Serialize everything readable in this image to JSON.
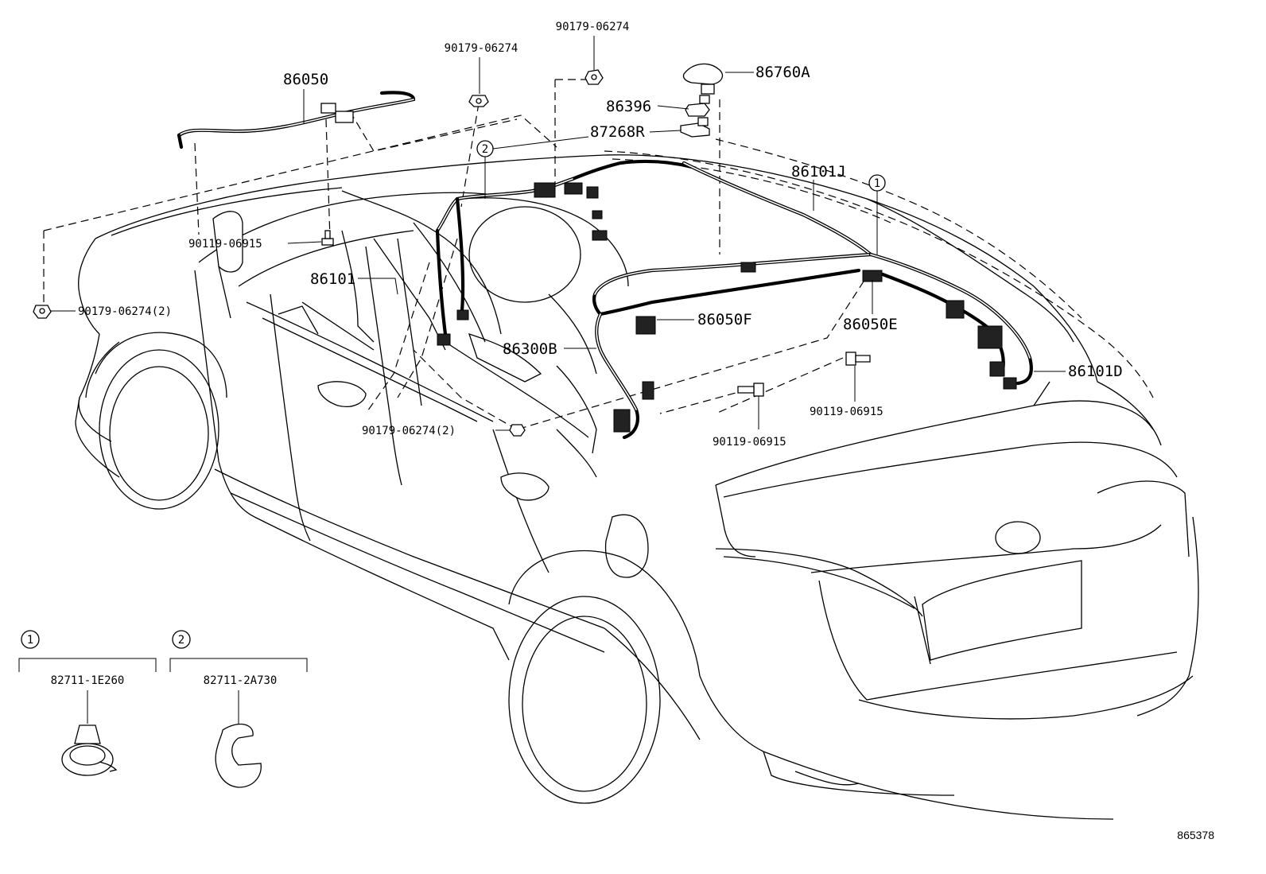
{
  "diagram_id": "865378",
  "part_labels": {
    "p86050": "86050",
    "p86101": "86101",
    "p86101J": "86101J",
    "p86101D": "86101D",
    "p86300B": "86300B",
    "p86050F": "86050F",
    "p86050E": "86050E",
    "p86760A": "86760A",
    "p86396": "86396",
    "p87268R": "87268R",
    "nut_top_left": "90179-06274",
    "nut_top_right": "90179-06274",
    "nut_left": "90179-06274(2)",
    "nut_center": "90179-06274(2)",
    "bolt_left": "90119-06915",
    "bolt_center": "90119-06915",
    "bolt_right": "90119-06915"
  },
  "callouts": {
    "c1_top": "1",
    "c2_top": "2"
  },
  "legend": [
    {
      "number": "1",
      "part": "82711-1E260"
    },
    {
      "number": "2",
      "part": "82711-2A730"
    }
  ]
}
